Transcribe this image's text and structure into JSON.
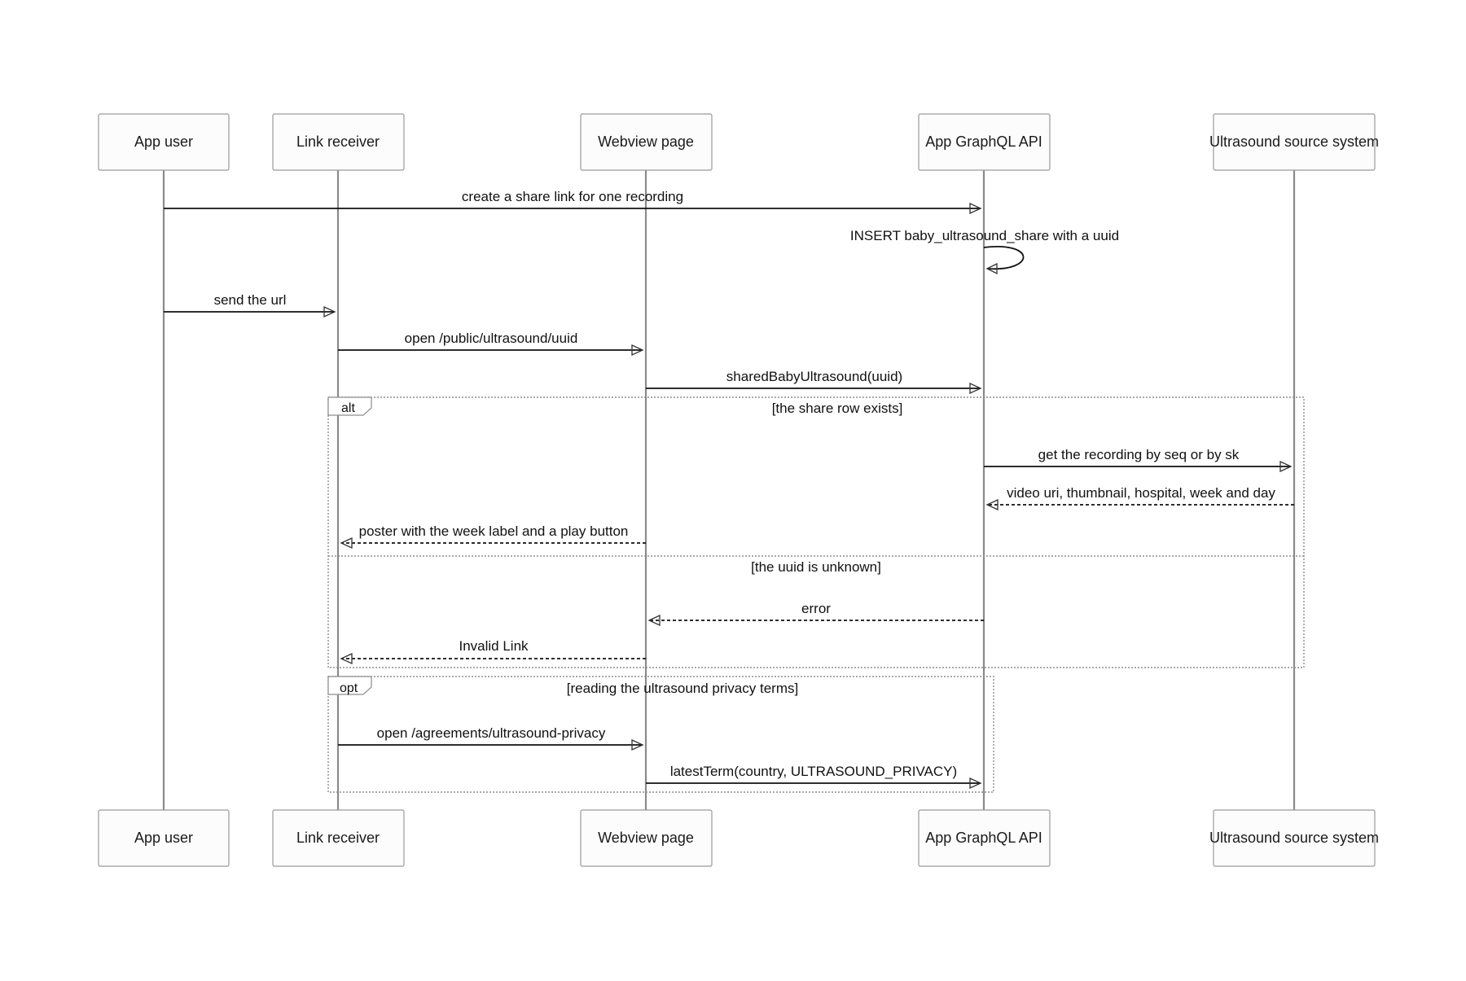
{
  "diagram": {
    "participants": [
      {
        "id": "app_user",
        "label": "App user"
      },
      {
        "id": "link_receiver",
        "label": "Link receiver"
      },
      {
        "id": "webview",
        "label": "Webview page"
      },
      {
        "id": "graphql",
        "label": "App GraphQL API"
      },
      {
        "id": "ultrasound",
        "label": "Ultrasound source system"
      }
    ],
    "messages": [
      {
        "label": "create a share link for one recording",
        "from": "app_user",
        "to": "graphql",
        "style": "solid"
      },
      {
        "label": "INSERT baby_ultrasound_share with a uuid",
        "from": "graphql",
        "to": "graphql",
        "style": "solid"
      },
      {
        "label": "send the url",
        "from": "app_user",
        "to": "link_receiver",
        "style": "solid"
      },
      {
        "label": "open /public/ultrasound/uuid",
        "from": "link_receiver",
        "to": "webview",
        "style": "solid"
      },
      {
        "label": "sharedBabyUltrasound(uuid)",
        "from": "webview",
        "to": "graphql",
        "style": "solid"
      },
      {
        "label": "get the recording by seq or by sk",
        "from": "graphql",
        "to": "ultrasound",
        "style": "solid"
      },
      {
        "label": "video uri, thumbnail, hospital, week and day",
        "from": "ultrasound",
        "to": "graphql",
        "style": "dashed"
      },
      {
        "label": "poster with the week label and a play button",
        "from": "webview",
        "to": "link_receiver",
        "style": "dashed"
      },
      {
        "label": "error",
        "from": "graphql",
        "to": "webview",
        "style": "dashed"
      },
      {
        "label": "Invalid Link",
        "from": "webview",
        "to": "link_receiver",
        "style": "dashed"
      },
      {
        "label": "open /agreements/ultrasound-privacy",
        "from": "link_receiver",
        "to": "webview",
        "style": "solid"
      },
      {
        "label": "latestTerm(country, ULTRASOUND_PRIVACY)",
        "from": "webview",
        "to": "graphql",
        "style": "solid"
      }
    ],
    "fragments": [
      {
        "kind": "alt",
        "conditions": [
          "[the share row exists]",
          "[the uuid is unknown]"
        ]
      },
      {
        "kind": "opt",
        "conditions": [
          "[reading the ultrasound privacy terms]"
        ]
      }
    ]
  }
}
